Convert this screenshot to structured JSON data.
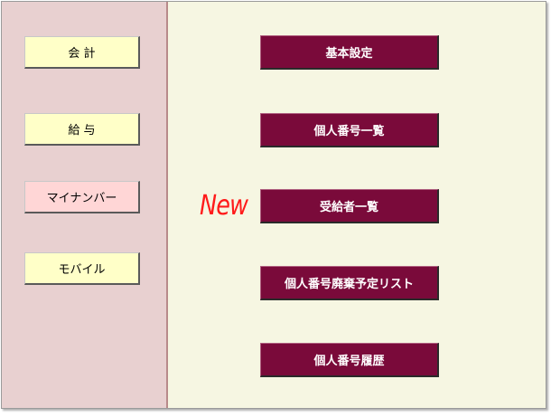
{
  "sidebar": {
    "items": [
      {
        "label": "会 計"
      },
      {
        "label": "給 与"
      },
      {
        "label": "マイナンバー"
      },
      {
        "label": "モバイル"
      }
    ]
  },
  "main": {
    "new_badge": "New",
    "menu": [
      {
        "label": "基本設定"
      },
      {
        "label": "個人番号一覧"
      },
      {
        "label": "受給者一覧"
      },
      {
        "label": "個人番号廃棄予定リスト"
      },
      {
        "label": "個人番号履歴"
      }
    ]
  },
  "colors": {
    "menu_button": "#7a0a3a",
    "side_button": "#ffffc8",
    "side_button_active": "#ffd6d6",
    "left_panel": "#e8d0d0",
    "right_panel": "#f6f6e2",
    "new_badge": "#ff1a1a"
  }
}
